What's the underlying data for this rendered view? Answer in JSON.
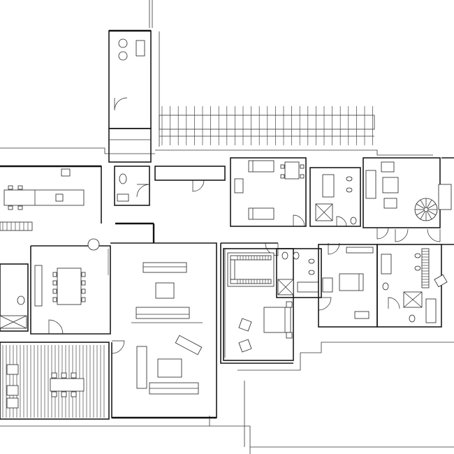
{
  "drawing": {
    "kind": "architectural-floor-plan",
    "line_color": "#1a1a1a",
    "background": "#ffffff"
  },
  "rooms": [
    {
      "id": "utility-room",
      "fixtures": [
        "round-fixture",
        "round-fixture",
        "cabinet"
      ]
    },
    {
      "id": "kitchen",
      "fixtures": [
        "island",
        "dining-chairs",
        "counter",
        "cooktop"
      ]
    },
    {
      "id": "dining-room",
      "fixtures": [
        "dining-table-8",
        "sideboard"
      ]
    },
    {
      "id": "living-room",
      "fixtures": [
        "sofa",
        "armchair",
        "coffee-table",
        "sofa",
        "lounge-chair",
        "sofa-l"
      ]
    },
    {
      "id": "terrace",
      "fixtures": [
        "dining-table-6",
        "slatted-deck"
      ]
    },
    {
      "id": "bedroom-1",
      "fixtures": [
        "single-bed",
        "single-bed",
        "desk",
        "chairs"
      ]
    },
    {
      "id": "bath-1",
      "fixtures": [
        "bathtub",
        "shower",
        "toilet",
        "sinks"
      ]
    },
    {
      "id": "sitting-room",
      "fixtures": [
        "sofa",
        "armchairs",
        "spiral-stair"
      ]
    },
    {
      "id": "master-bedroom",
      "fixtures": [
        "double-bed",
        "walk-in-wardrobe",
        "armchairs"
      ]
    },
    {
      "id": "master-bath",
      "fixtures": [
        "bathtub",
        "shower",
        "toilets",
        "sinks"
      ]
    },
    {
      "id": "bedroom-2",
      "fixtures": [
        "bed",
        "wardrobe",
        "desk"
      ]
    },
    {
      "id": "bath-2",
      "fixtures": [
        "bathtub",
        "shower",
        "toilet",
        "sinks"
      ]
    },
    {
      "id": "pergola",
      "fixtures": [
        "slatted-pergola"
      ]
    }
  ]
}
